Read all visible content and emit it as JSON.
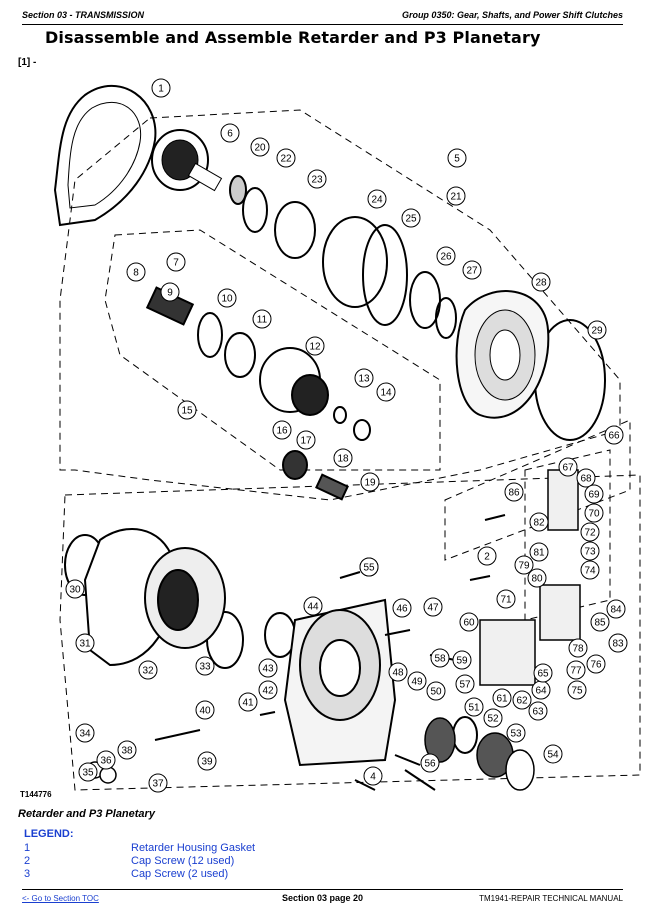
{
  "header": {
    "section": "Section 03 - TRANSMISSION",
    "group": "Group 0350: Gear, Shafts, and Power Shift Clutches"
  },
  "title": "Disassemble and Assemble Retarder and P3 Planetary",
  "figure_ref": "[1] -",
  "figure_id": "T144776",
  "caption": "Retarder and P3 Planetary",
  "legend": {
    "title": "LEGEND:",
    "items": [
      {
        "num": "1",
        "desc": "Retarder Housing Gasket"
      },
      {
        "num": "2",
        "desc": "Cap Screw (12 used)"
      },
      {
        "num": "3",
        "desc": "Cap Screw (2 used)"
      }
    ]
  },
  "callouts": [
    "1",
    "2",
    "4",
    "5",
    "6",
    "7",
    "8",
    "9",
    "10",
    "11",
    "12",
    "13",
    "14",
    "15",
    "16",
    "17",
    "18",
    "19",
    "20",
    "21",
    "22",
    "23",
    "24",
    "25",
    "26",
    "27",
    "28",
    "29",
    "30",
    "31",
    "32",
    "33",
    "34",
    "35",
    "36",
    "37",
    "38",
    "39",
    "40",
    "41",
    "42",
    "43",
    "44",
    "45",
    "46",
    "47",
    "48",
    "49",
    "50",
    "51",
    "52",
    "53",
    "54",
    "55",
    "56",
    "57",
    "58",
    "59",
    "60",
    "61",
    "62",
    "63",
    "64",
    "65",
    "66",
    "67",
    "68",
    "69",
    "70",
    "71",
    "72",
    "73",
    "74",
    "75",
    "76",
    "77",
    "78",
    "79",
    "80",
    "81",
    "82",
    "83",
    "84",
    "85",
    "86"
  ],
  "footer": {
    "toc_link": "<- Go to Section TOC",
    "page": "Section 03 page 20",
    "manual": "TM1941-REPAIR TECHNICAL MANUAL"
  }
}
